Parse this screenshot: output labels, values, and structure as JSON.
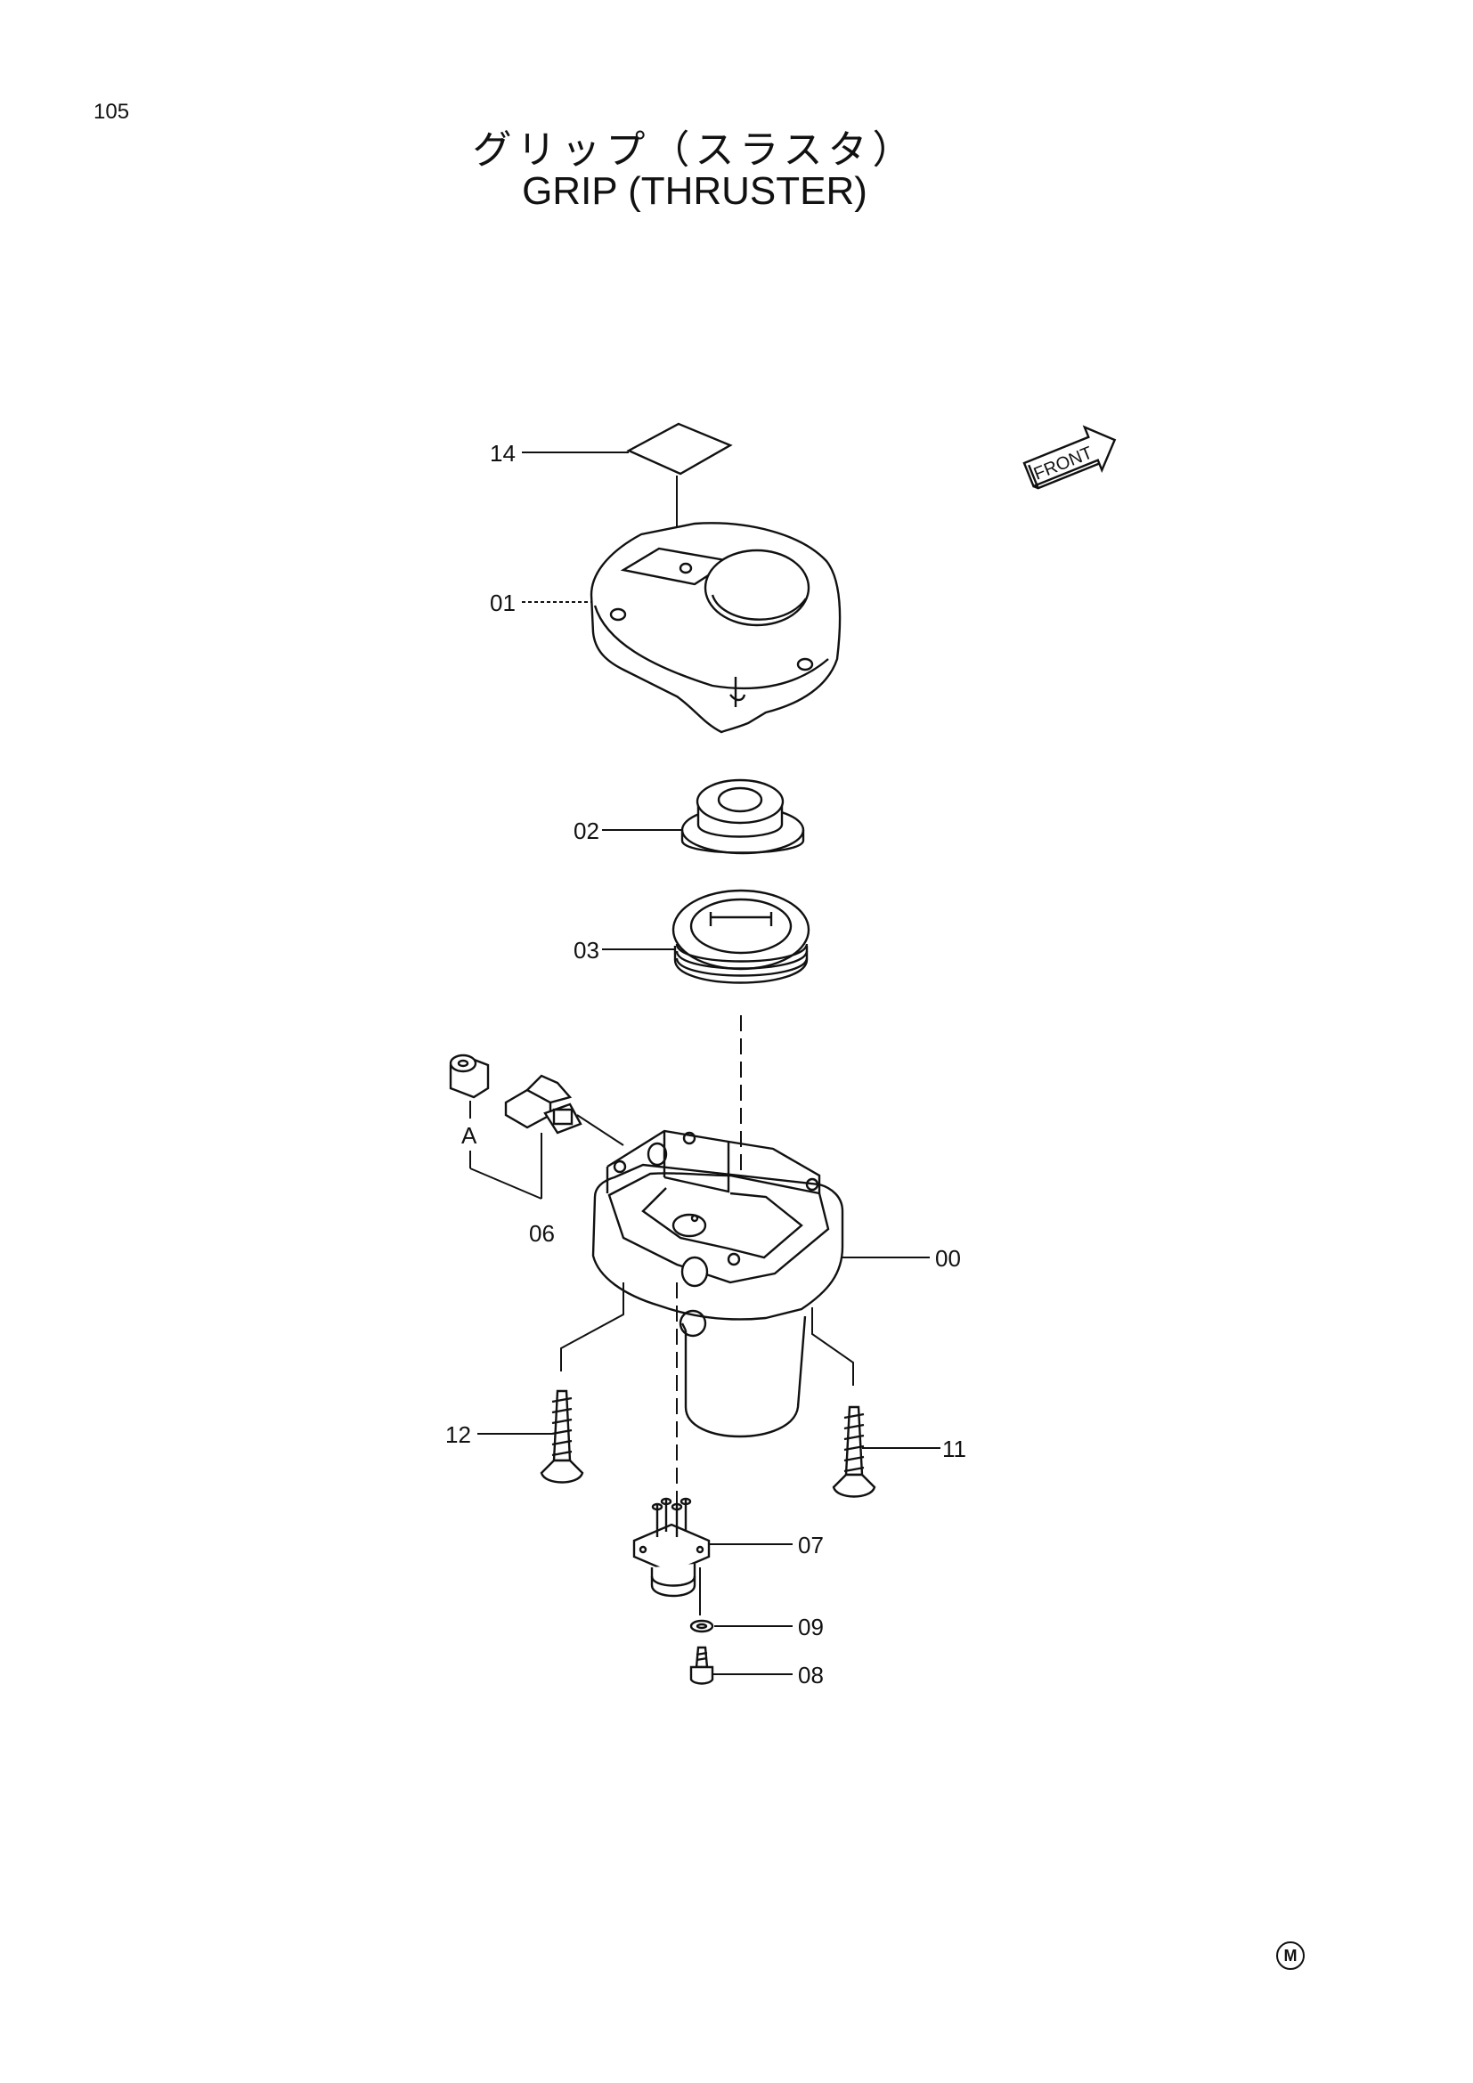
{
  "page_number": "105",
  "title_jp": "グリップ（スラスタ）",
  "title_en": "GRIP (THRUSTER)",
  "front_label": "FRONT",
  "corner_mark": "M",
  "callouts": {
    "c14": "14",
    "c01": "01",
    "c02": "02",
    "c03": "03",
    "cA": "A",
    "c06": "06",
    "c00": "00",
    "c12": "12",
    "c11": "11",
    "c07": "07",
    "c09": "09",
    "c08": "08"
  }
}
